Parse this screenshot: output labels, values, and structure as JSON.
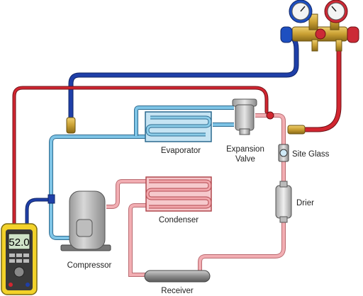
{
  "labels": {
    "evaporator": "Evaporator",
    "expansion_valve_line1": "Expansion",
    "expansion_valve_line2": "Valve",
    "sight_glass": "Site Glass",
    "drier": "Drier",
    "condenser": "Condenser",
    "compressor": "Compressor",
    "receiver": "Receiver"
  },
  "meter": {
    "reading": "52.0"
  },
  "colors": {
    "high_pressure_line": "#d22630",
    "low_pressure_line": "#1f3fa8",
    "suction_line": "#7ec4e6",
    "liquid_line": "#f2aeb3",
    "meter_body": "#f2d22a",
    "gauge_low": "#1e4fc0",
    "gauge_high": "#cc2a36",
    "brass": "#c9a033"
  },
  "icons": {
    "manifold": "manifold-gauge-icon",
    "meter": "multimeter-icon",
    "compressor": "compressor-icon"
  }
}
